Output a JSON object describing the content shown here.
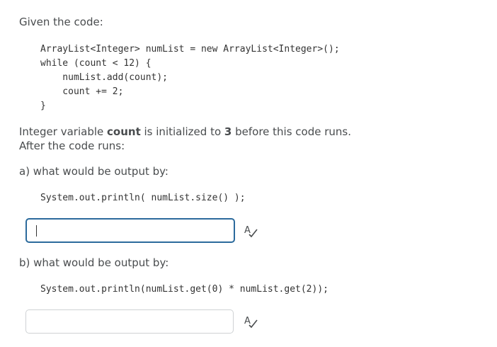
{
  "intro": "Given the code:",
  "code_block": [
    "ArrayList<Integer> numList = new ArrayList<Integer>();",
    "while (count < 12) {",
    "    numList.add(count);",
    "    count += 2;",
    "}"
  ],
  "statement": {
    "part1": "Integer variable ",
    "bold1": "count",
    "part2": " is initialized to ",
    "bold2": "3",
    "part3": " before this code runs.",
    "line2": "After the code runs:"
  },
  "question_a": {
    "prompt": "a)  what would be output by:",
    "code": "System.out.println( numList.size() );",
    "answer_value": ""
  },
  "question_b": {
    "prompt": "b)  what would be output by:",
    "code": "System.out.println(numList.get(0) * numList.get(2));",
    "answer_value": ""
  },
  "icons": {
    "spell_check": "spell-check-icon"
  },
  "colors": {
    "text": "#494c4e",
    "focus_border": "#2b6a9c",
    "input_border": "#cfd2d4"
  }
}
